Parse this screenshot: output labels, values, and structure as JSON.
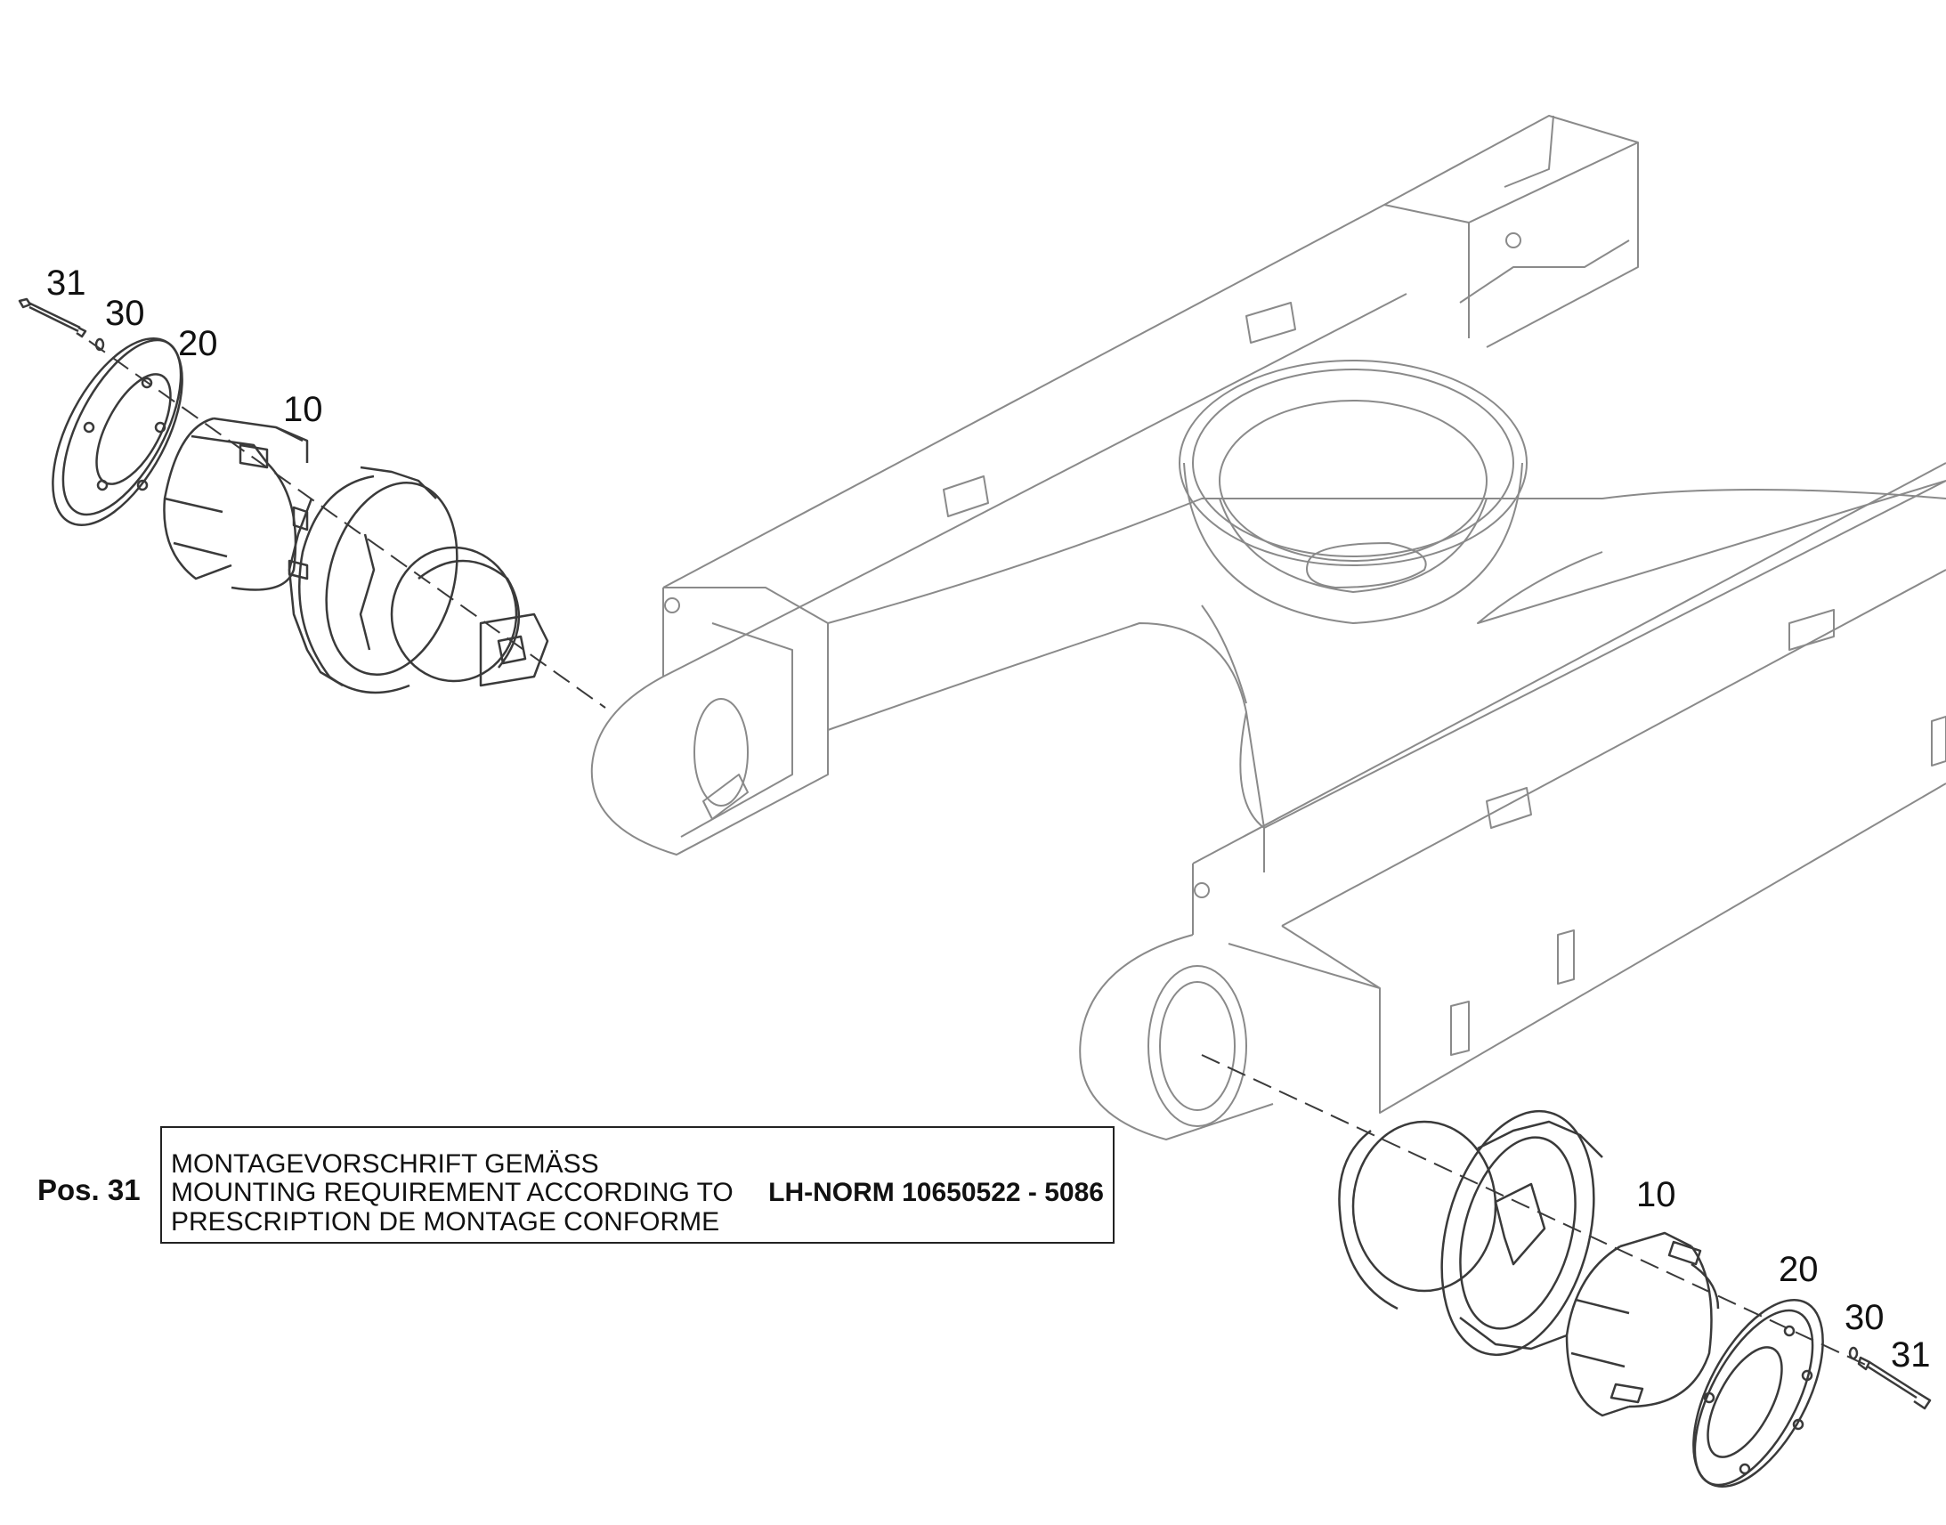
{
  "callouts": {
    "upper_left": {
      "bolt": "31",
      "washer": "30",
      "cover": "20",
      "guard": "10"
    },
    "lower_right": {
      "guard": "10",
      "cover": "20",
      "washer": "30",
      "bolt": "31"
    }
  },
  "note": {
    "position_label": "Pos. 31",
    "lines": [
      "MONTAGEVORSCHRIFT GEMÄSS",
      "MOUNTING REQUIREMENT ACCORDING TO",
      "PRESCRIPTION DE MONTAGE CONFORME"
    ],
    "norm_reference": "LH-NORM 10650522 - 5086"
  },
  "colors": {
    "line": "#3a3a3a",
    "faint_line": "#8a8a8a",
    "text": "#111111",
    "background": "#ffffff"
  }
}
